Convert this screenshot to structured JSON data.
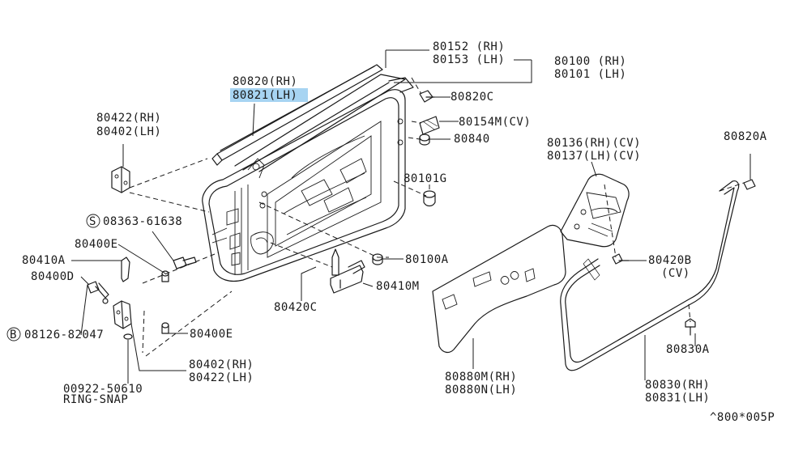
{
  "labels": {
    "l80152": "80152 (RH)",
    "l80153": "80153 (LH)",
    "l80100": "80100 (RH)",
    "l80101": "80101 (LH)",
    "l80820": "80820(RH)",
    "l80821": "80821(LH)",
    "l80820c": "80820C",
    "l80154m": "80154M(CV)",
    "l80840": "80840",
    "l80422rh": "80422(RH)",
    "l80402lh": "80402(LH)",
    "l80101g": "80101G",
    "l80136": "80136(RH)(CV)",
    "l80137": "80137(LH)(CV)",
    "l80820a": "80820A",
    "l08363": "08363-61638",
    "l80400e_top": "80400E",
    "l80100a": "80100A",
    "l80410a": "80410A",
    "l80420b": "80420B",
    "l80420b_cv": "(CV)",
    "l80400d": "80400D",
    "l80410m": "80410M",
    "l80420c": "80420C",
    "l08126": "08126-82047",
    "l80400e_bot": "80400E",
    "l80402rh": "80402(RH)",
    "l80422lh": "80422(LH)",
    "l80830a": "80830A",
    "l80880m": "80880M(RH)",
    "l80880n": "80880N(LH)",
    "l80830": "80830(RH)",
    "l80831": "80831(LH)",
    "l00922": "00922-50610",
    "lringsnap": "RING-SNAP",
    "lref": "^800*005P",
    "s_glyph": "S",
    "b_glyph": "B"
  },
  "highlight": {
    "part": "80821(LH)",
    "color": "#a7d4f2"
  }
}
